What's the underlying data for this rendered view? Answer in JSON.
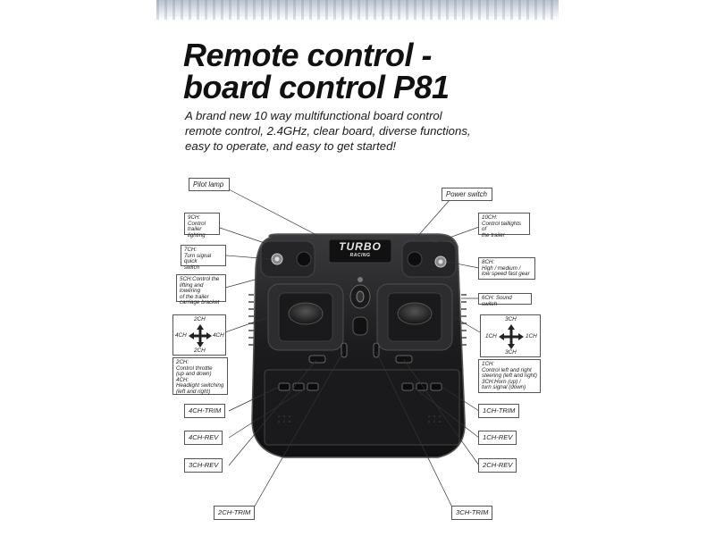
{
  "title_line1": "Remote control -",
  "title_line2": "board control P81",
  "subtitle_lines": [
    "A brand new 10 way multifunctional board control",
    "remote control, 2.4GHz, clear board, diverse functions,",
    "easy to operate, and easy to get started!"
  ],
  "logo": {
    "brand": "TURBO",
    "sub": "RACING"
  },
  "labels": {
    "pilot_lamp": "Pilot lamp",
    "power_switch": "Power switch",
    "ch9": [
      "9CH:",
      "Control trailer",
      "lighting"
    ],
    "ch10": [
      "10CH:",
      "Control taillights of",
      "the trailer"
    ],
    "ch7": [
      "7CH:",
      "Turn signal quick",
      "switch"
    ],
    "ch8": [
      "8CH:",
      "High / medium /",
      "low speed fast gear"
    ],
    "ch5": [
      "5CH:Control the",
      "lifting and lowering",
      "of the trailer",
      "carriage bracket"
    ],
    "ch6": "6CH: Sound switch",
    "left_desc": [
      "2CH:",
      "Control throttle",
      "(up and down)",
      "4CH:",
      "Headlight switching",
      "(left and right)"
    ],
    "right_desc": [
      "1CH:",
      "Control left and right",
      "steering (left and right)",
      "3CH:Horn (up) /",
      "turn signal (down)"
    ]
  },
  "left_cross": {
    "up": "2CH",
    "down": "2CH",
    "left": "4CH",
    "right": "4CH"
  },
  "right_cross": {
    "up": "3CH",
    "down": "3CH",
    "left": "1CH",
    "right": "1CH"
  },
  "trims": {
    "ch4_trim": "4CH-TRIM",
    "ch4_rev": "4CH-REV",
    "ch3_rev": "3CH-REV",
    "ch2_trim": "2CH-TRIM",
    "ch1_trim": "1CH-TRIM",
    "ch1_rev": "1CH-REV",
    "ch2_rev": "2CH-REV",
    "ch3_trim": "3CH-TRIM"
  },
  "colors": {
    "body": "#1d1d1f",
    "body_edge": "#3a3a3c",
    "accent": "#111111"
  }
}
